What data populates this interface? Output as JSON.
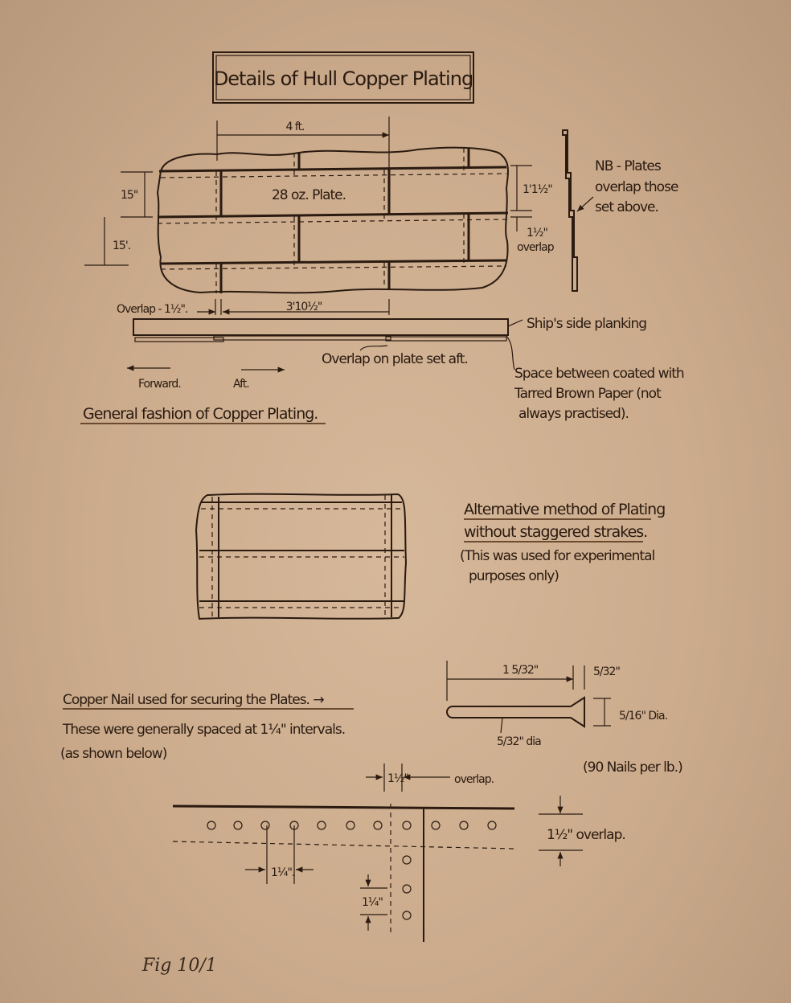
{
  "title": "Details of Hull Copper Plating",
  "general": {
    "width_label": "4 ft.",
    "plate_label": "28 oz. Plate.",
    "height1_label": "15\"",
    "height2_label": "15'.",
    "plate_height_label": "1'1½\"",
    "overlap_value": "1½\"",
    "overlap_word": "overlap",
    "nb_lines": [
      "NB - Plates",
      "overlap those",
      "set above."
    ],
    "overlap_left_label": "Overlap - 1½\".",
    "span_label": "3'10½\"",
    "planking_label": "Ship's side planking",
    "overlap_aft_label": "Overlap on plate set aft.",
    "forward_label": "Forward.",
    "aft_label": "Aft.",
    "space_lines": [
      "Space between coated with",
      "Tarred Brown Paper (not",
      "always practised)."
    ],
    "caption": "General fashion of Copper Plating."
  },
  "alternative": {
    "lines": [
      "Alternative method of Plating",
      "without staggered strakes.",
      "(This was used for experimental",
      "purposes only)"
    ]
  },
  "nail": {
    "caption_lines": [
      "Copper Nail used for securing the Plates. →",
      "These were generally spaced at 1¼\" intervals.",
      "(as shown below)"
    ],
    "length_label": "1 5/32\"",
    "head_depth_label": "5/32\"",
    "head_dia_label": "5/16\" Dia.",
    "shank_dia_label": "5/32\" dia",
    "per_lb_label": "(90 Nails per lb.)"
  },
  "spacing": {
    "top_overlap_value": "1½\"",
    "top_overlap_word": "overlap.",
    "right_overlap_label": "1½\" overlap.",
    "horizontal_spacing_label": "1¼\".",
    "vertical_spacing_label": "1¼\""
  },
  "figure_label": "Fig 10/1"
}
